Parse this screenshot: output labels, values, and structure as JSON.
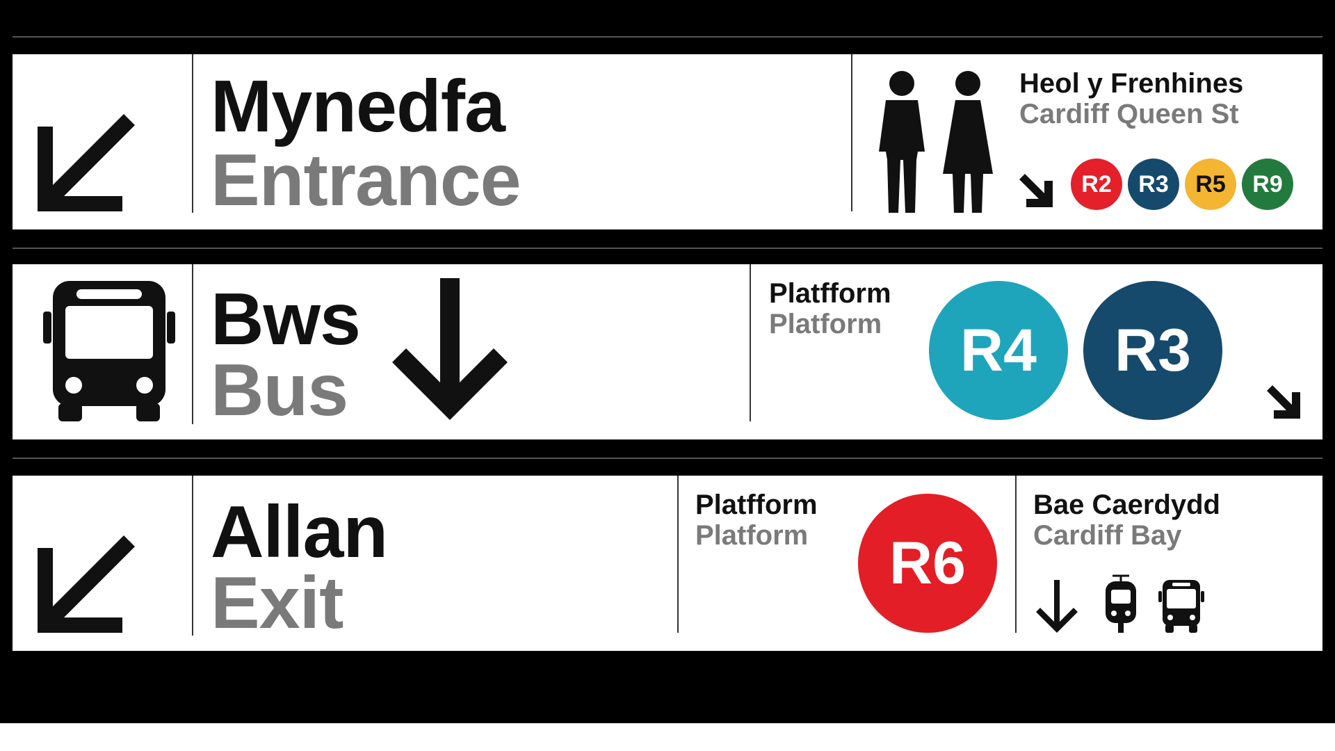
{
  "colors": {
    "background": "#000000",
    "panel": "#ffffff",
    "welsh_text": "#111111",
    "english_text": "#7a7a7a",
    "R2": "#e4202a",
    "R3": "#164a6c",
    "R4": "#1ea5bc",
    "R5": "#f4b532",
    "R6": "#e41e26",
    "R9": "#237a3e"
  },
  "signs": [
    {
      "icon": "arrow-down-left-icon",
      "welsh": "Mynedfa",
      "english": "Entrance",
      "side": {
        "icon": "toilets-icon",
        "welsh_station": "Heol y Frenhines",
        "english_station": "Cardiff Queen St",
        "arrow": "arrow-down-right-icon",
        "routes": [
          "R2",
          "R3",
          "R5",
          "R9"
        ]
      }
    },
    {
      "icon": "bus-icon",
      "welsh": "Bws",
      "english": "Bus",
      "arrow": "arrow-down-icon",
      "side": {
        "welsh_label": "Platfform",
        "english_label": "Platform",
        "routes": [
          "R4",
          "R3"
        ],
        "arrow": "arrow-down-right-icon"
      }
    },
    {
      "icon": "arrow-down-left-icon",
      "welsh": "Allan",
      "english": "Exit",
      "side": {
        "welsh_label": "Platfform",
        "english_label": "Platform",
        "routes": [
          "R6"
        ],
        "welsh_station": "Bae Caerdydd",
        "english_station": "Cardiff Bay",
        "icons": [
          "arrow-down-icon",
          "tram-icon",
          "bus-icon"
        ]
      }
    }
  ]
}
